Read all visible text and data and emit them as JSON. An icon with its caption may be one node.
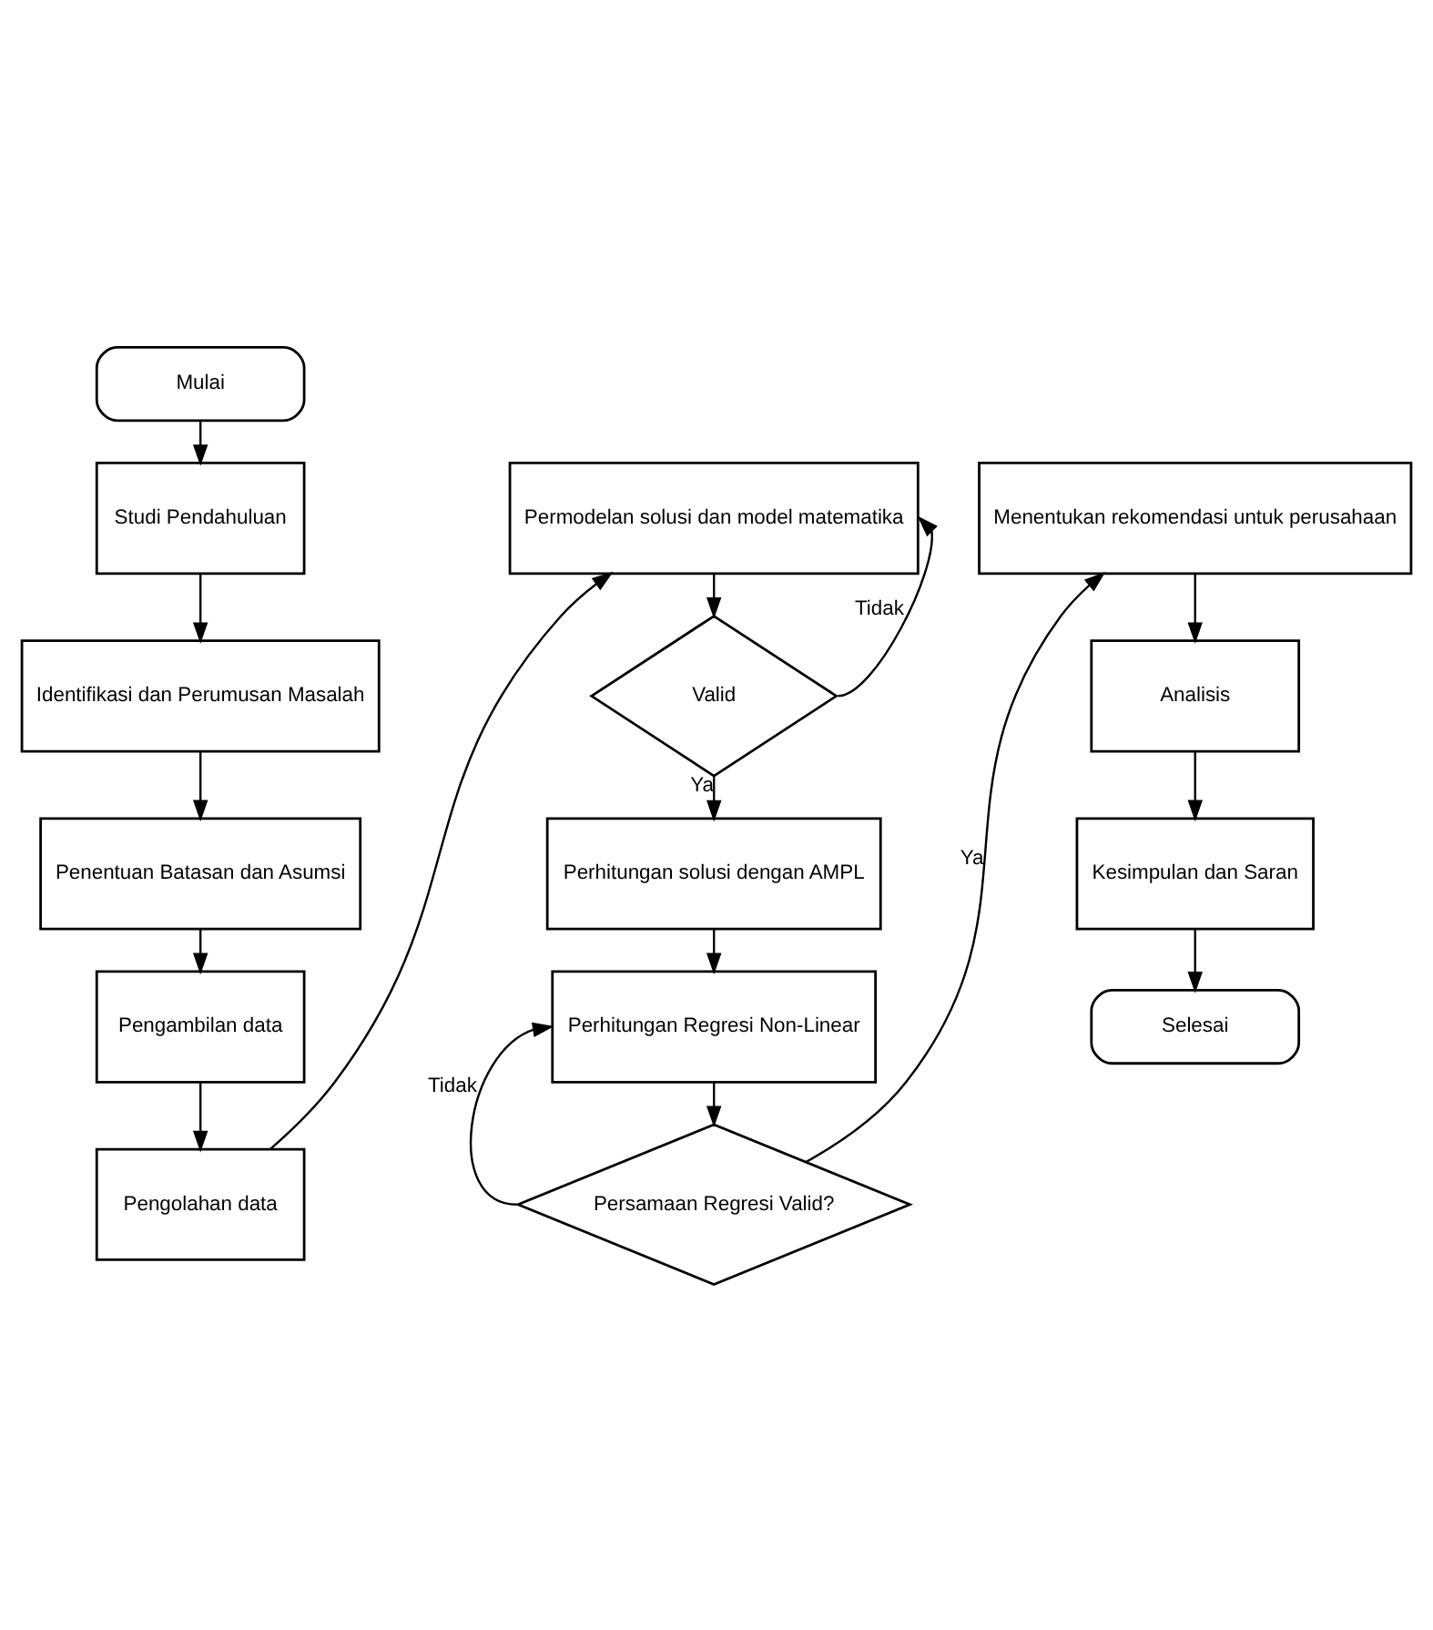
{
  "diagram": {
    "nodes": [
      {
        "text": [
          "Mulai"
        ]
      },
      {
        "text": [
          "Studi Pendahuluan"
        ]
      },
      {
        "text": [
          "Identifikasi dan Perumusan Masalah"
        ]
      },
      {
        "text": [
          "Penentuan Batasan dan Asumsi"
        ]
      },
      {
        "text": [
          "Pengambilan data"
        ]
      },
      {
        "text": [
          "Pengolahan data"
        ]
      },
      {
        "text": [
          "Permodelan solusi dan model matematika"
        ]
      },
      {
        "text": [
          "Valid"
        ]
      },
      {
        "text": [
          "Perhitungan solusi dengan AMPL"
        ]
      },
      {
        "text": [
          "Perhitungan Regresi Non-Linear"
        ]
      },
      {
        "text": [
          "Persamaan Regresi Valid?"
        ]
      },
      {
        "text": [
          "Menentukan rekomendasi untuk perusahaan"
        ]
      },
      {
        "text": [
          "Analisis"
        ]
      },
      {
        "text": [
          "Kesimpulan dan Saran"
        ]
      },
      {
        "text": [
          "Selesai"
        ]
      }
    ],
    "edges": [
      {
        "from": 0,
        "to": 1,
        "arrow": "to"
      },
      {
        "from": 1,
        "to": 2,
        "arrow": "to"
      },
      {
        "from": 2,
        "to": 3,
        "arrow": "to"
      },
      {
        "from": 3,
        "to": 4,
        "arrow": "to"
      },
      {
        "from": 4,
        "to": 5,
        "arrow": "to"
      },
      {
        "from": 5,
        "to": 6,
        "arrow": "to"
      },
      {
        "from": 6,
        "to": 7,
        "arrow": "to"
      },
      {
        "from": 7,
        "to": 6,
        "arrow": "to",
        "label": "Tidak"
      },
      {
        "from": 7,
        "to": 8,
        "arrow": "to",
        "label": "Ya"
      },
      {
        "from": 8,
        "to": 9,
        "arrow": "to"
      },
      {
        "from": 9,
        "to": 10,
        "arrow": "to"
      },
      {
        "from": 10,
        "to": 9,
        "arrow": "to",
        "label": "Tidak"
      },
      {
        "from": 10,
        "to": 11,
        "arrow": "to",
        "label": "Ya"
      },
      {
        "from": 11,
        "to": 12,
        "arrow": "to"
      },
      {
        "from": 12,
        "to": 13,
        "arrow": "to"
      },
      {
        "from": 13,
        "to": 14,
        "arrow": "to"
      }
    ]
  }
}
